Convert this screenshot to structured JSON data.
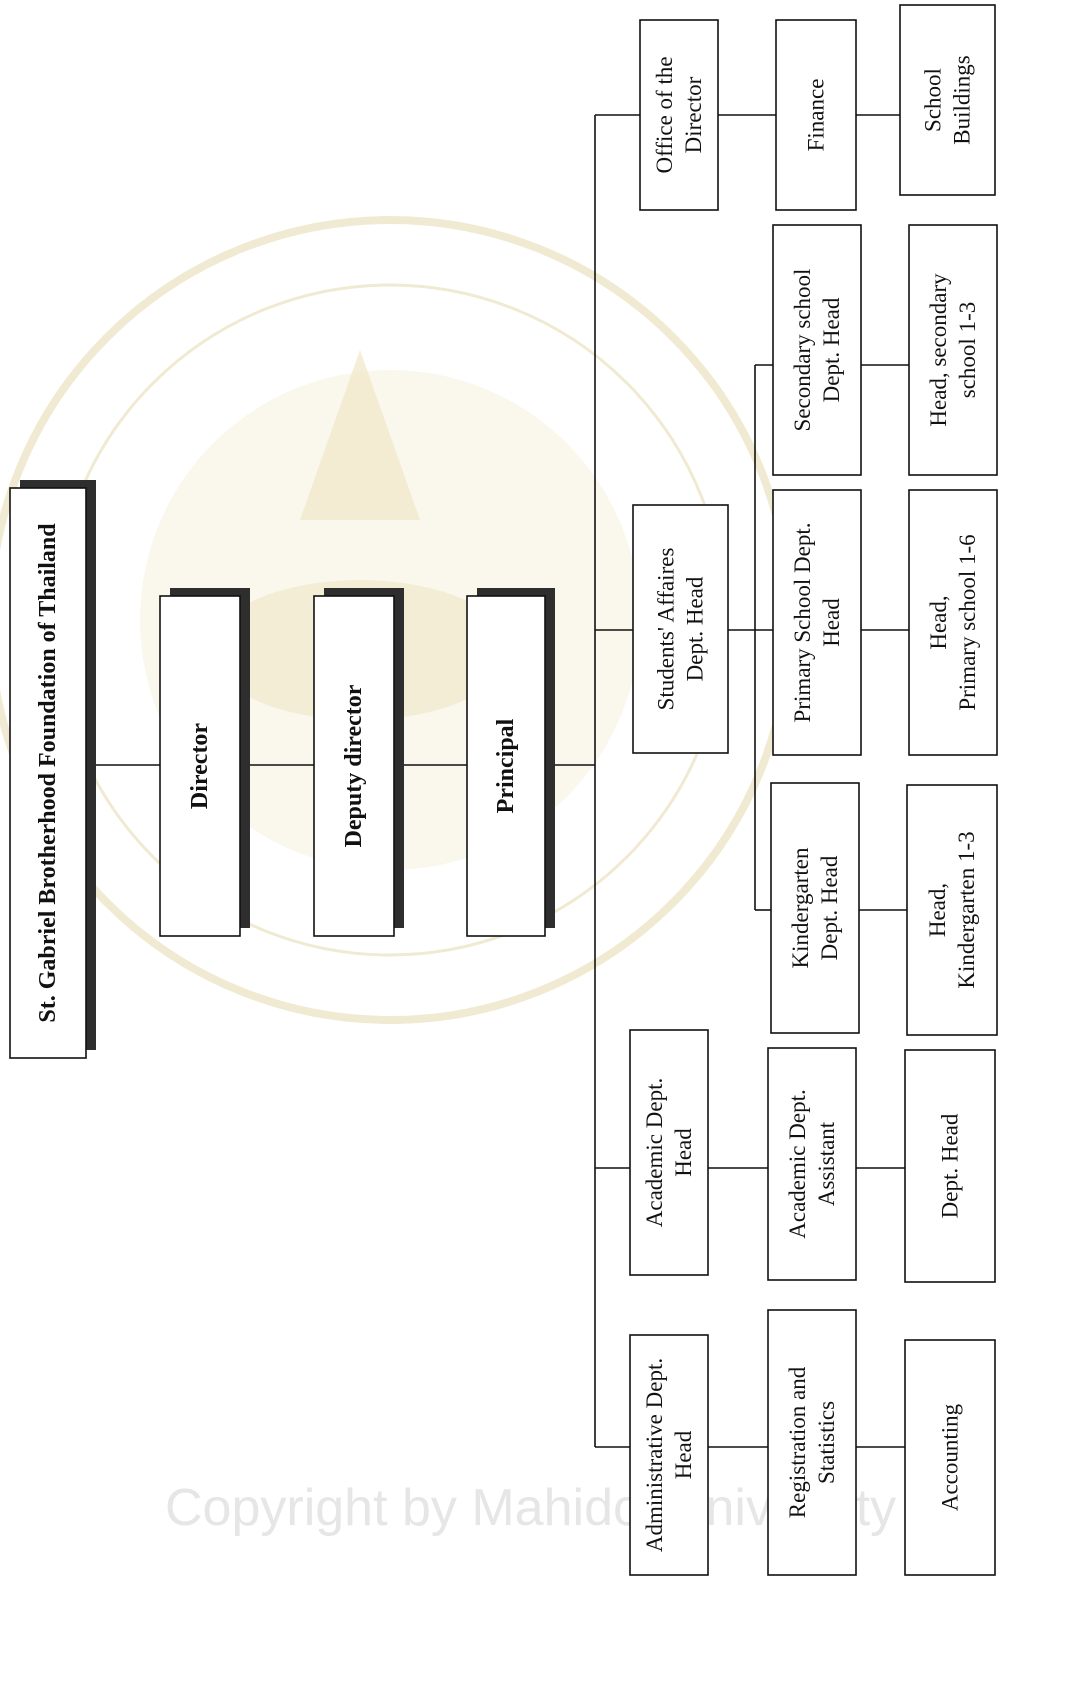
{
  "org_chart": {
    "root": "St. Gabriel Brotherhood Foundation of Thailand",
    "chain": [
      "Director",
      "Deputy director",
      "Principal"
    ],
    "departments": [
      {
        "head": [
          "Administrative Dept.",
          "Head"
        ],
        "subunits": [
          [
            "Registration and",
            "Statistics"
          ]
        ],
        "leaf": [
          [
            "Accounting"
          ]
        ]
      },
      {
        "head": [
          "Academic Dept.",
          "Head"
        ],
        "subunits": [
          [
            "Academic  Dept.",
            "Assistant"
          ]
        ],
        "leaf": [
          [
            "Dept. Head"
          ]
        ]
      },
      {
        "head": [
          "Students' Affaires",
          "Dept. Head"
        ],
        "subunits": [
          [
            "Kindergarten",
            "Dept. Head"
          ],
          [
            "Primary School  Dept.",
            "Head"
          ],
          [
            "Secondary school",
            "Dept. Head"
          ]
        ],
        "leaf": [
          [
            "Head,",
            "Kindergarten 1-3"
          ],
          [
            "Head,",
            "Primary school 1-6"
          ],
          [
            "Head, secondary",
            "school 1-3"
          ]
        ]
      },
      {
        "head": [
          "Office of the",
          "Director"
        ],
        "subunits": [
          [
            "Finance"
          ]
        ],
        "leaf": [
          [
            "School",
            "Buildings"
          ]
        ]
      }
    ]
  },
  "watermark": {
    "text": "Copyright by Mahidol University",
    "color": "#e6e6e6",
    "seal_color": "#f1ead2"
  }
}
